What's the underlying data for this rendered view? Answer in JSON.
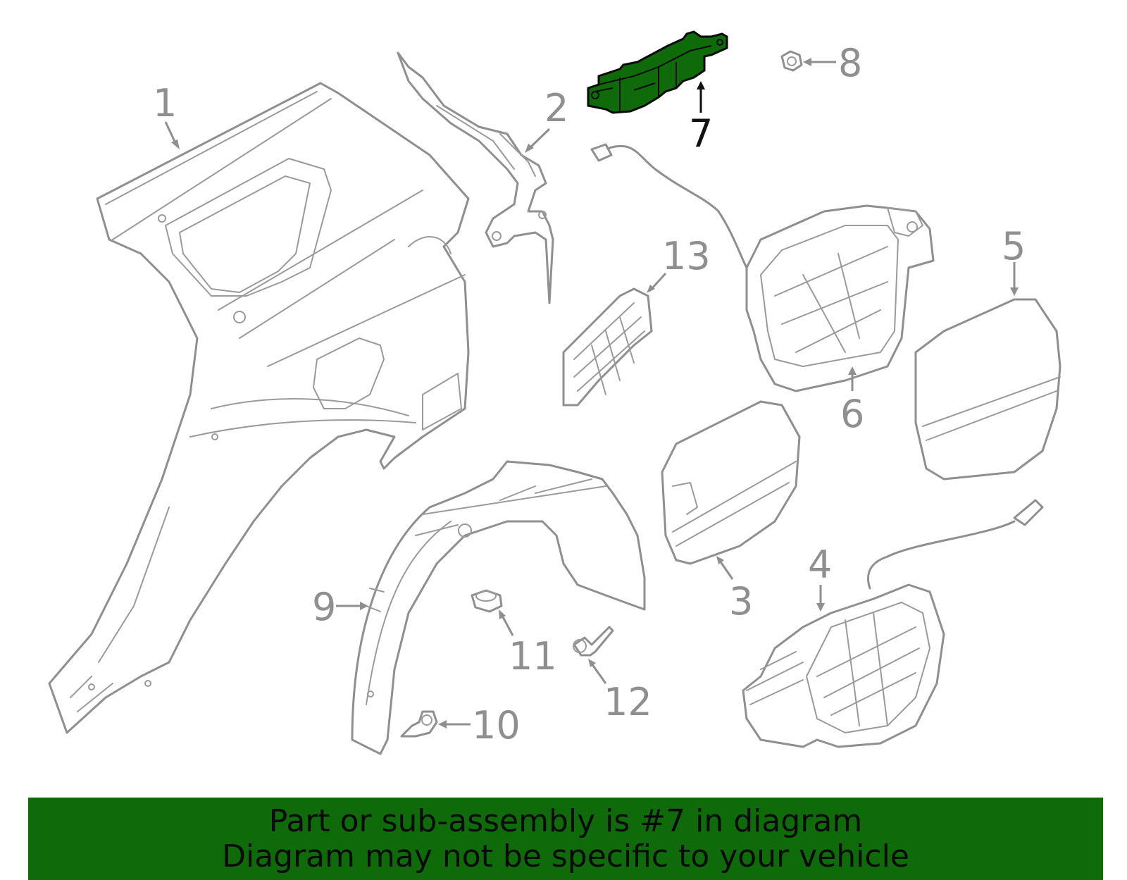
{
  "diagram": {
    "highlight_color": "#0f6b0a",
    "line_color": "#8f8f8f",
    "callouts": {
      "c1": "1",
      "c2": "2",
      "c3": "3",
      "c4": "4",
      "c5": "5",
      "c6": "6",
      "c7": "7",
      "c8": "8",
      "c9": "9",
      "c10": "10",
      "c11": "11",
      "c12": "12",
      "c13": "13"
    }
  },
  "banner": {
    "line1": "Part or sub-assembly is #7 in diagram",
    "line2": "Diagram may not be specific to your vehicle",
    "color": "#0f6b0a"
  }
}
